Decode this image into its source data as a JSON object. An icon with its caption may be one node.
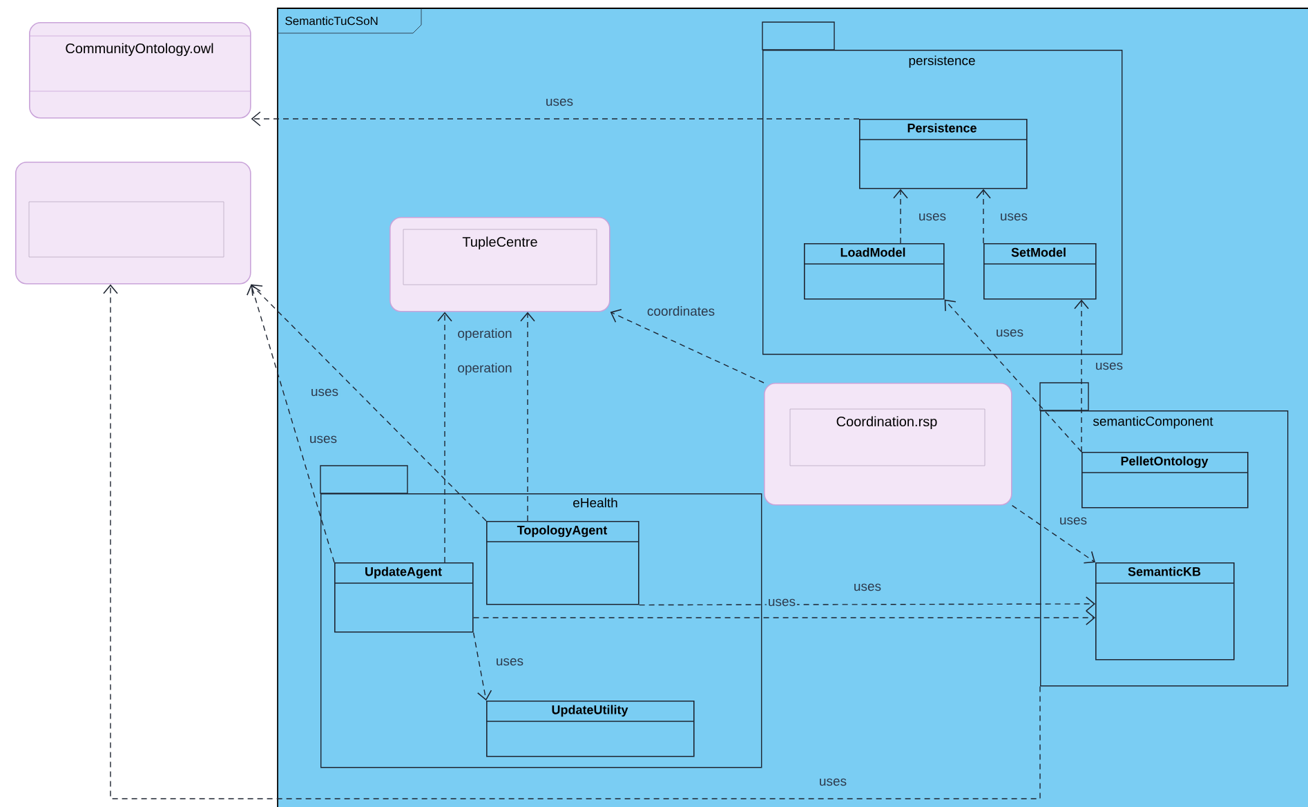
{
  "diagram": {
    "nodes": [
      {
        "text": [
          "CommunityOntology.owl"
        ]
      },
      {
        "text": [],
        "shape": "box"
      },
      {
        "text": [
          "SemanticTuCSoN"
        ]
      },
      {
        "text": [
          "TupleCentre"
        ],
        "in": 2
      },
      {
        "text": [
          "persistence"
        ],
        "in": 2
      },
      {
        "text": [
          "Persistence"
        ],
        "in": 4
      },
      {
        "text": [
          "LoadModel"
        ],
        "in": 4
      },
      {
        "text": [
          "SetModel"
        ],
        "in": 4
      },
      {
        "text": [
          "Coordination.rsp"
        ],
        "in": 2
      },
      {
        "text": [
          "semanticComponent"
        ],
        "in": 2
      },
      {
        "text": [
          "PelletOntology"
        ],
        "in": 9
      },
      {
        "text": [
          "eHealth"
        ],
        "in": 2
      },
      {
        "text": [
          "TopologyAgent"
        ],
        "in": 11
      },
      {
        "text": [
          "UpdateAgent"
        ],
        "in": 11
      },
      {
        "text": [
          "SemanticKB"
        ],
        "in": 9
      },
      {
        "text": [
          "UpdateUtility"
        ],
        "in": 11
      }
    ],
    "edges": [
      {
        "from": 5,
        "to": 0,
        "arrow": "to",
        "label": "uses"
      },
      {
        "from": 6,
        "to": 5,
        "arrow": "to",
        "label": "uses"
      },
      {
        "from": 7,
        "to": 5,
        "arrow": "to",
        "label": "uses"
      },
      {
        "from": 10,
        "to": 6,
        "arrow": "to",
        "label": "uses"
      },
      {
        "from": 10,
        "to": 7,
        "arrow": "to",
        "label": "uses"
      },
      {
        "from": 8,
        "to": 3,
        "arrow": "to",
        "label": "coordinates"
      },
      {
        "from": 8,
        "to": 14,
        "arrow": "to",
        "label": "uses"
      },
      {
        "from": 13,
        "to": 1,
        "arrow": "to",
        "label": "uses"
      },
      {
        "from": 12,
        "to": 1,
        "arrow": "to",
        "label": "uses"
      },
      {
        "from": 13,
        "to": 3,
        "arrow": "to",
        "label": "operation"
      },
      {
        "from": 12,
        "to": 3,
        "arrow": "to",
        "label": "operation"
      },
      {
        "from": 12,
        "to": 14,
        "arrow": "to",
        "label": "uses"
      },
      {
        "from": 13,
        "to": 14,
        "arrow": "to",
        "label": "uses"
      },
      {
        "from": 13,
        "to": 15,
        "arrow": "to",
        "label": "uses"
      },
      {
        "from": 9,
        "to": 1,
        "arrow": "to",
        "label": "uses"
      }
    ]
  }
}
